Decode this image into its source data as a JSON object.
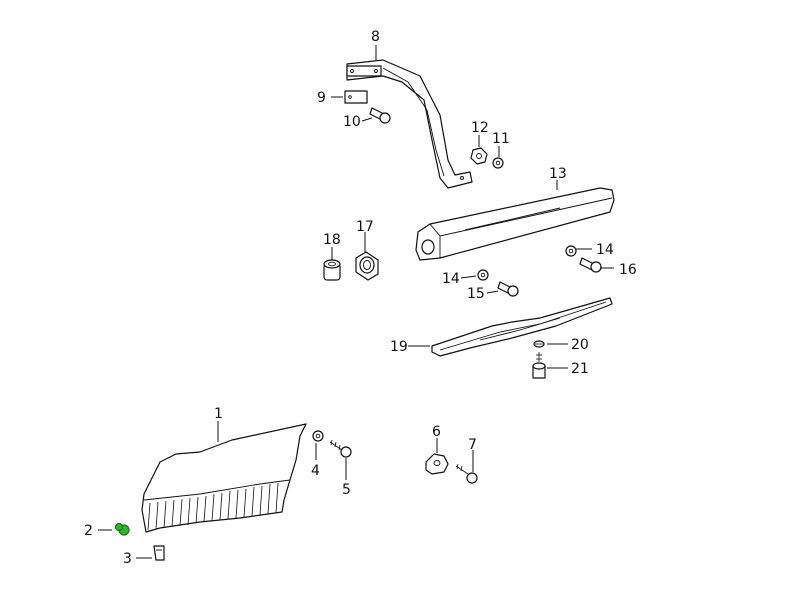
{
  "labels": {
    "p1": "1",
    "p2": "2",
    "p3": "3",
    "p4": "4",
    "p5": "5",
    "p6": "6",
    "p7": "7",
    "p8": "8",
    "p9": "9",
    "p10": "10",
    "p11": "11",
    "p12": "12",
    "p13": "13",
    "p14a": "14",
    "p14b": "14",
    "p15": "15",
    "p16": "16",
    "p17": "17",
    "p18": "18",
    "p19": "19",
    "p20": "20",
    "p21": "21"
  },
  "colors": {
    "line": "#111111",
    "highlight": "#2db52d",
    "background": "#ffffff"
  }
}
